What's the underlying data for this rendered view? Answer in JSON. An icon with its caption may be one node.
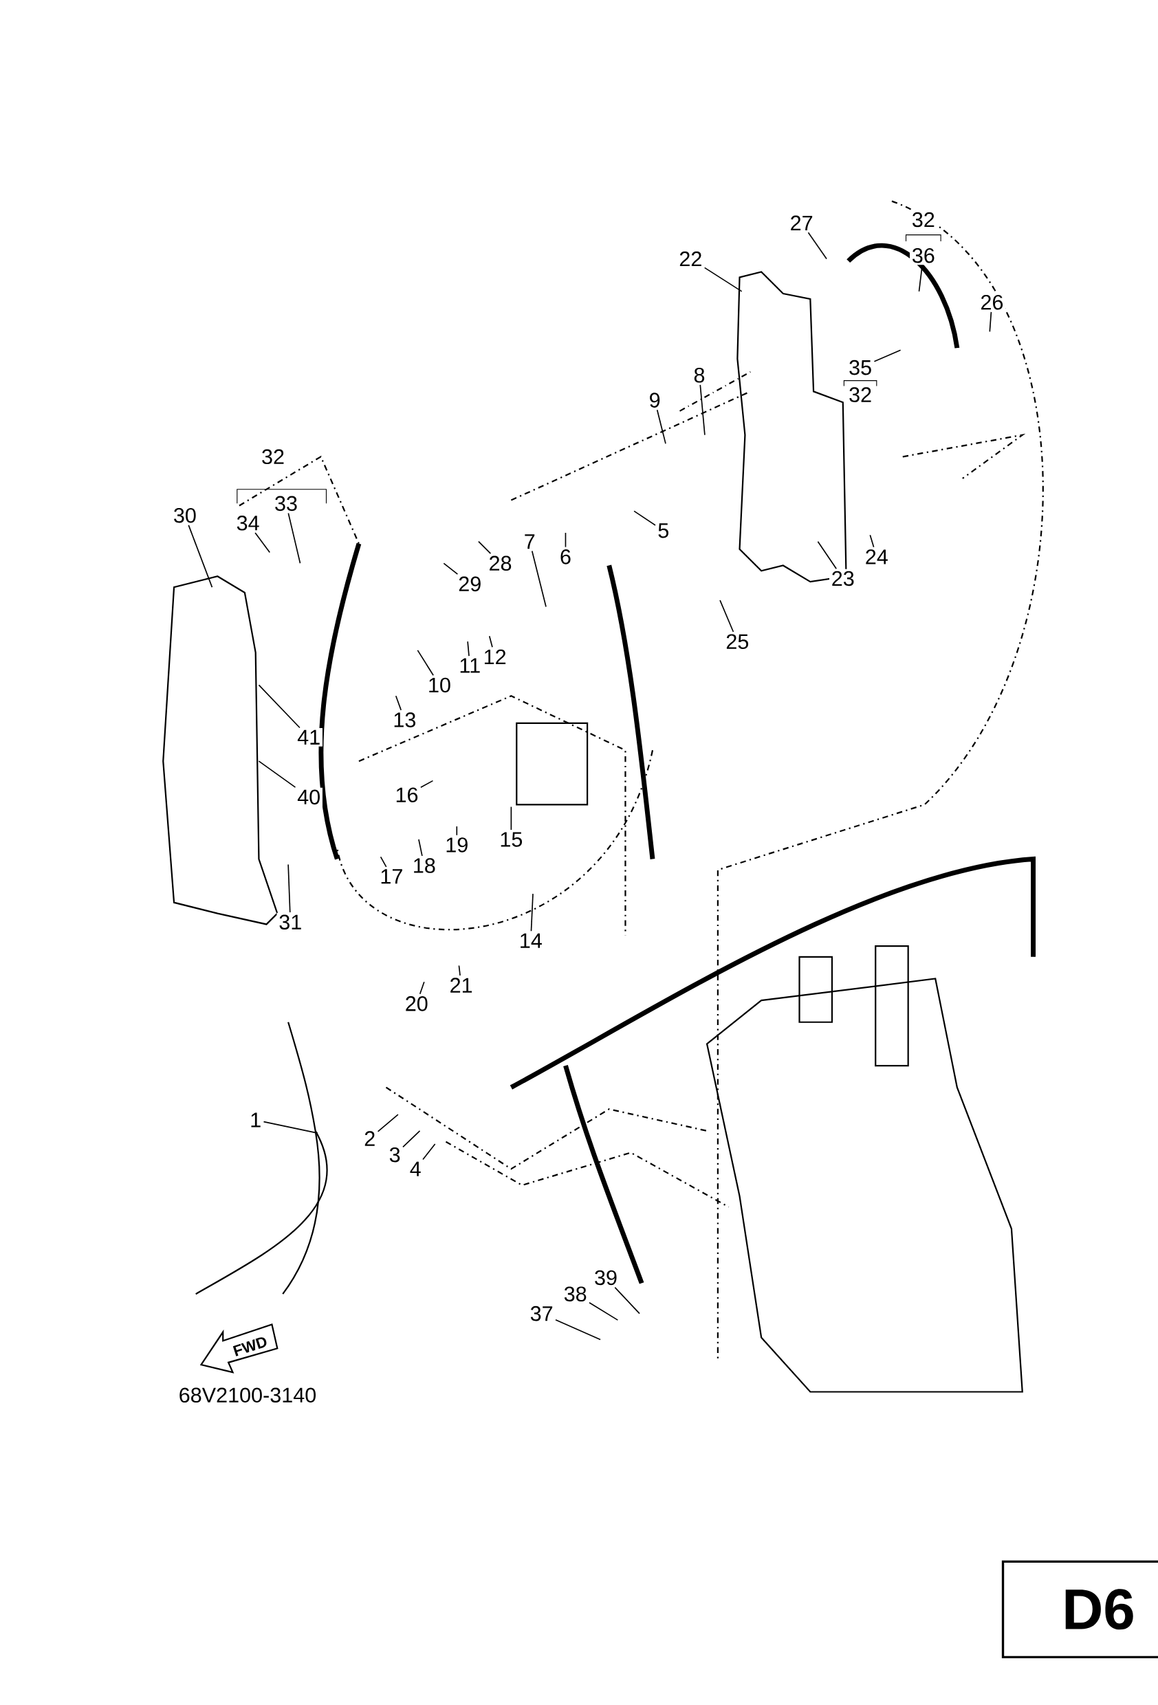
{
  "diagram": {
    "nodes": [
      {
        "text": [
          "27"
        ]
      },
      {
        "text": [
          "32"
        ]
      },
      {
        "text": [
          "36"
        ]
      },
      {
        "text": [
          "22"
        ]
      },
      {
        "text": [
          "26"
        ]
      },
      {
        "text": [
          "8"
        ]
      },
      {
        "text": [
          "35"
        ]
      },
      {
        "text": [
          "32"
        ]
      },
      {
        "text": [
          "9"
        ]
      },
      {
        "text": [
          "32"
        ]
      },
      {
        "text": [
          "33"
        ]
      },
      {
        "text": [
          "30"
        ]
      },
      {
        "text": [
          "34"
        ]
      },
      {
        "text": [
          "5"
        ]
      },
      {
        "text": [
          "7"
        ]
      },
      {
        "text": [
          "28"
        ]
      },
      {
        "text": [
          "6"
        ]
      },
      {
        "text": [
          "24"
        ]
      },
      {
        "text": [
          "29"
        ]
      },
      {
        "text": [
          "23"
        ]
      },
      {
        "text": [
          "12"
        ]
      },
      {
        "text": [
          "11"
        ]
      },
      {
        "text": [
          "25"
        ]
      },
      {
        "text": [
          "10"
        ]
      },
      {
        "text": [
          "13"
        ]
      },
      {
        "text": [
          "41"
        ]
      },
      {
        "text": [
          "16"
        ]
      },
      {
        "text": [
          "40"
        ]
      },
      {
        "text": [
          "15"
        ]
      },
      {
        "text": [
          "19"
        ]
      },
      {
        "text": [
          "18"
        ]
      },
      {
        "text": [
          "17"
        ]
      },
      {
        "text": [
          "31"
        ]
      },
      {
        "text": [
          "14"
        ]
      },
      {
        "text": [
          "21"
        ]
      },
      {
        "text": [
          "20"
        ]
      },
      {
        "text": [
          "1"
        ]
      },
      {
        "text": [
          "2"
        ]
      },
      {
        "text": [
          "3"
        ]
      },
      {
        "text": [
          "4"
        ]
      },
      {
        "text": [
          "39"
        ]
      },
      {
        "text": [
          "38"
        ]
      },
      {
        "text": [
          "37"
        ]
      },
      {
        "text": [
          "D6"
        ]
      }
    ],
    "edges": [
      {
        "from": 0,
        "to": null,
        "arrow": "none"
      },
      {
        "from": 2,
        "to": null,
        "arrow": "none"
      },
      {
        "from": 3,
        "to": null,
        "arrow": "none"
      },
      {
        "from": 4,
        "to": null,
        "arrow": "none"
      },
      {
        "from": 5,
        "to": null,
        "arrow": "none"
      },
      {
        "from": 6,
        "to": null,
        "arrow": "none"
      },
      {
        "from": 8,
        "to": null,
        "arrow": "none"
      },
      {
        "from": 10,
        "to": null,
        "arrow": "none"
      },
      {
        "from": 11,
        "to": null,
        "arrow": "none"
      },
      {
        "from": 12,
        "to": null,
        "arrow": "none"
      },
      {
        "from": 13,
        "to": null,
        "arrow": "none"
      },
      {
        "from": 14,
        "to": null,
        "arrow": "none"
      },
      {
        "from": 15,
        "to": null,
        "arrow": "none"
      },
      {
        "from": 16,
        "to": null,
        "arrow": "none"
      },
      {
        "from": 17,
        "to": null,
        "arrow": "none"
      },
      {
        "from": 18,
        "to": null,
        "arrow": "none"
      },
      {
        "from": 19,
        "to": null,
        "arrow": "none"
      },
      {
        "from": 20,
        "to": null,
        "arrow": "none"
      },
      {
        "from": 21,
        "to": null,
        "arrow": "none"
      },
      {
        "from": 22,
        "to": null,
        "arrow": "none"
      },
      {
        "from": 23,
        "to": null,
        "arrow": "none"
      },
      {
        "from": 24,
        "to": null,
        "arrow": "none"
      },
      {
        "from": 25,
        "to": null,
        "arrow": "none"
      },
      {
        "from": 26,
        "to": null,
        "arrow": "none"
      },
      {
        "from": 27,
        "to": null,
        "arrow": "none"
      },
      {
        "from": 28,
        "to": null,
        "arrow": "none"
      },
      {
        "from": 29,
        "to": null,
        "arrow": "none"
      },
      {
        "from": 30,
        "to": null,
        "arrow": "none"
      },
      {
        "from": 31,
        "to": null,
        "arrow": "none"
      },
      {
        "from": 32,
        "to": null,
        "arrow": "none"
      },
      {
        "from": 33,
        "to": null,
        "arrow": "none"
      },
      {
        "from": 34,
        "to": null,
        "arrow": "none"
      },
      {
        "from": 35,
        "to": null,
        "arrow": "none"
      },
      {
        "from": 36,
        "to": null,
        "arrow": "none"
      },
      {
        "from": 37,
        "to": null,
        "arrow": "none"
      },
      {
        "from": 38,
        "to": null,
        "arrow": "none"
      },
      {
        "from": 39,
        "to": null,
        "arrow": "none"
      },
      {
        "from": 40,
        "to": null,
        "arrow": "none"
      },
      {
        "from": 41,
        "to": null,
        "arrow": "none"
      },
      {
        "from": 42,
        "to": null,
        "arrow": "none"
      }
    ],
    "labels": [
      "FWD",
      "68V2100-3140"
    ]
  }
}
